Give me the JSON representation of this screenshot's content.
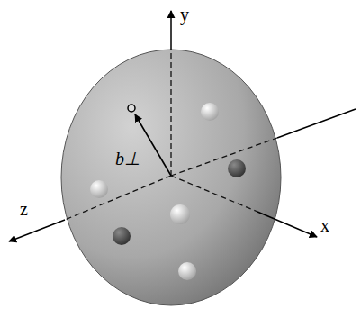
{
  "diagram": {
    "labels": [
      "y",
      "x",
      "z",
      "b⊥"
    ]
  }
}
